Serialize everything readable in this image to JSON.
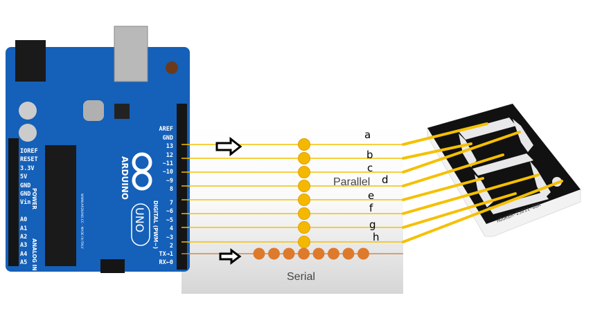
{
  "board": {
    "brand": "ARDUINO",
    "model": "UNO",
    "digital_label": "DIGITAL (PWM~)",
    "power_label": "POWER",
    "analog_label": "ANALOG IN",
    "made_in": "WWW.ARDUINO.CC - MADE IN ITALY",
    "right_pins": [
      "AREF",
      "GND",
      "13",
      "12",
      "~11",
      "~10",
      "~9",
      "8",
      "7",
      "~6",
      "~5",
      "4",
      "~3",
      "2",
      "TX→1",
      "RX←0"
    ],
    "left_pins": [
      "IOREF",
      "RESET",
      "3.3V",
      "5V",
      "GND",
      "GND",
      "Vin",
      "A0",
      "A1",
      "A2",
      "A3",
      "A4",
      "A5"
    ]
  },
  "diagram": {
    "parallel_label": "Parallel",
    "serial_label": "Serial",
    "segments": [
      "a",
      "b",
      "c",
      "d",
      "e",
      "f",
      "g",
      "h"
    ],
    "wire_color": "#f5c000",
    "parallel_bit_color": "#f5b800",
    "serial_bit_color": "#dd7a2c",
    "serial_bit_count": 8
  },
  "display": {
    "part_number": "HOUKEM-23011-BBR",
    "face_color": "#111111"
  }
}
